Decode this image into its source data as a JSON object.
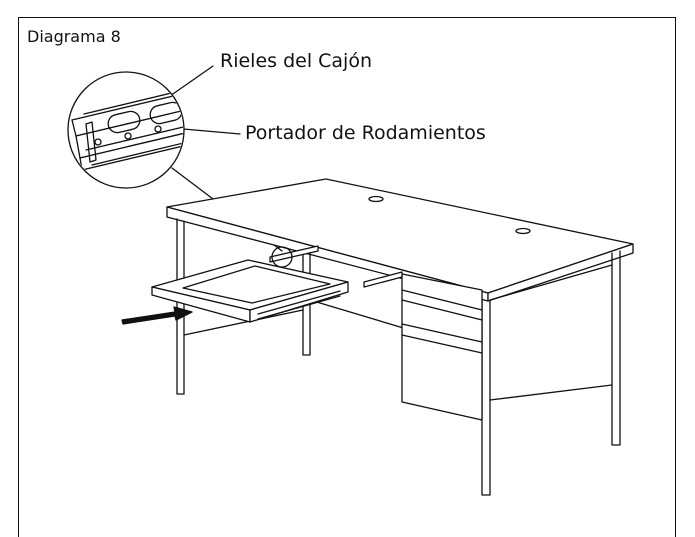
{
  "diagram": {
    "title": "Diagrama 8",
    "labels": {
      "drawer_rails": "Rieles del Cajón",
      "bearing_carrier": "Portador de Rodamientos"
    }
  }
}
